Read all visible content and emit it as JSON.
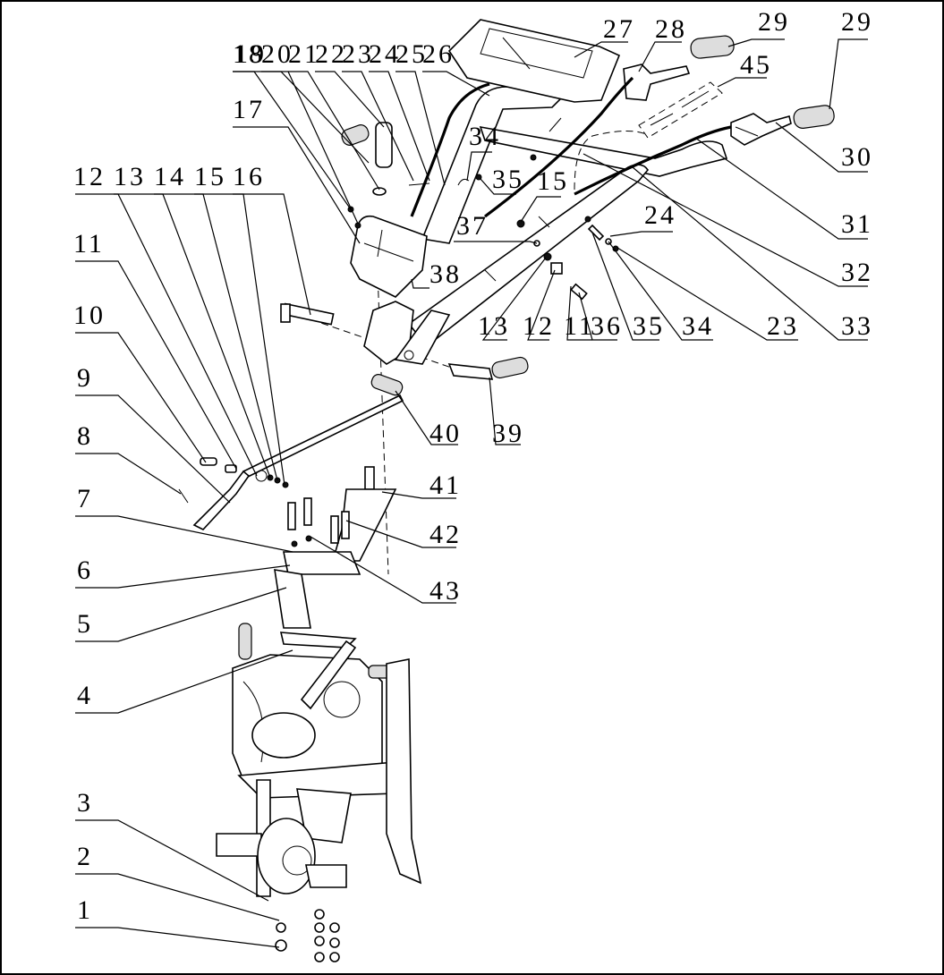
{
  "diagram": {
    "labels": [
      {
        "text": "1"
      },
      {
        "text": "2"
      },
      {
        "text": "3"
      },
      {
        "text": "4"
      },
      {
        "text": "5"
      },
      {
        "text": "6"
      },
      {
        "text": "7"
      },
      {
        "text": "8"
      },
      {
        "text": "9"
      },
      {
        "text": "10"
      },
      {
        "text": "11"
      },
      {
        "text": "12"
      },
      {
        "text": "13"
      },
      {
        "text": "14"
      },
      {
        "text": "15"
      },
      {
        "text": "16"
      },
      {
        "text": "17"
      },
      {
        "text": "18"
      },
      {
        "text": "19"
      },
      {
        "text": "20"
      },
      {
        "text": "21"
      },
      {
        "text": "22"
      },
      {
        "text": "23"
      },
      {
        "text": "24"
      },
      {
        "text": "25"
      },
      {
        "text": "26"
      },
      {
        "text": "27"
      },
      {
        "text": "28"
      },
      {
        "text": "29"
      },
      {
        "text": "29"
      },
      {
        "text": "30"
      },
      {
        "text": "31"
      },
      {
        "text": "32"
      },
      {
        "text": "33"
      },
      {
        "text": "34"
      },
      {
        "text": "35"
      },
      {
        "text": "15"
      },
      {
        "text": "37"
      },
      {
        "text": "38"
      },
      {
        "text": "24"
      },
      {
        "text": "13"
      },
      {
        "text": "12"
      },
      {
        "text": "11"
      },
      {
        "text": "36"
      },
      {
        "text": "35"
      },
      {
        "text": "34"
      },
      {
        "text": "23"
      },
      {
        "text": "40"
      },
      {
        "text": "39"
      },
      {
        "text": "41"
      },
      {
        "text": "42"
      },
      {
        "text": "43"
      },
      {
        "text": "45"
      }
    ]
  }
}
